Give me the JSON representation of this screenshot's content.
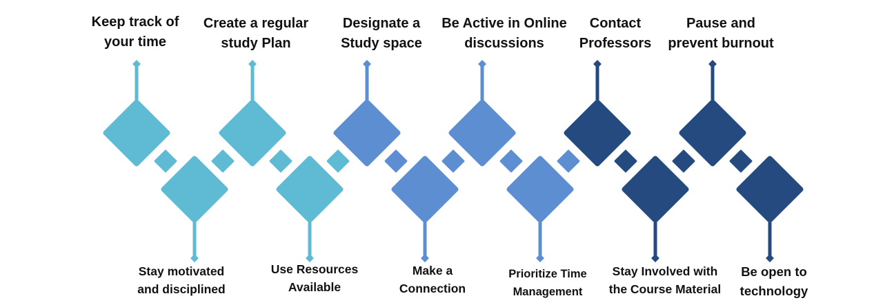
{
  "colors": {
    "light": "#5FBAD3",
    "mid": "#5E8ED2",
    "dark": "#244A80"
  },
  "top_items": [
    {
      "line1": "Keep track of",
      "line2": "your time",
      "color": "light"
    },
    {
      "line1": "Create a regular",
      "line2": "study Plan",
      "color": "light"
    },
    {
      "line1": "Designate a",
      "line2": "Study space",
      "color": "mid"
    },
    {
      "line1": "Be Active in Online",
      "line2": "discussions",
      "color": "mid"
    },
    {
      "line1": "Contact",
      "line2": "Professors",
      "color": "dark"
    },
    {
      "line1": "Pause and",
      "line2": "prevent burnout",
      "color": "dark"
    }
  ],
  "bottom_items": [
    {
      "line1": "Stay motivated",
      "line2": "and disciplined",
      "color": "light"
    },
    {
      "line1": "Use Resources",
      "line2": "Available",
      "color": "light"
    },
    {
      "line1": "Make a",
      "line2": "Connection",
      "color": "mid"
    },
    {
      "line1": "Prioritize Time",
      "line2": "Management",
      "color": "mid"
    },
    {
      "line1": "Stay Involved with",
      "line2": "the Course Material",
      "color": "dark"
    },
    {
      "line1": "Be open to",
      "line2": "technology",
      "color": "dark"
    }
  ],
  "connector_colors": [
    "light",
    "light",
    "light",
    "light",
    "mid",
    "mid",
    "mid",
    "mid",
    "dark",
    "dark",
    "dark"
  ]
}
